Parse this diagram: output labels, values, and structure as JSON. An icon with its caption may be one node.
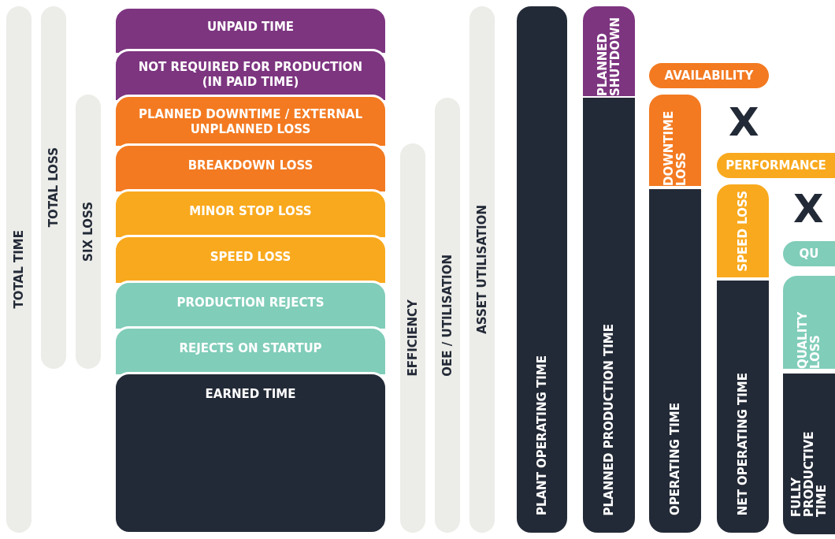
{
  "diagram": {
    "nodes": [
      {
        "text": [
          "TOTAL TIME"
        ]
      },
      {
        "text": [
          "TOTAL LOSS"
        ]
      },
      {
        "text": [
          "SIX LOSS"
        ]
      },
      {
        "text": [
          "UNPAID TIME"
        ]
      },
      {
        "text": [
          "NOT REQUIRED FOR PRODUCTION (IN PAID TIME)"
        ]
      },
      {
        "text": [
          "PLANNED DOWNTIME / EXTERNAL UNPLANNED LOSS"
        ]
      },
      {
        "text": [
          "BREAKDOWN LOSS"
        ]
      },
      {
        "text": [
          "MINOR STOP LOSS"
        ]
      },
      {
        "text": [
          "SPEED LOSS"
        ]
      },
      {
        "text": [
          "PRODUCTION REJECTS"
        ]
      },
      {
        "text": [
          "REJECTS ON STARTUP"
        ]
      },
      {
        "text": [
          "EARNED TIME"
        ]
      },
      {
        "text": [
          "EFFICIENCY"
        ]
      },
      {
        "text": [
          "OEE / UTILISATION"
        ]
      },
      {
        "text": [
          "ASSET UTILISATION"
        ]
      },
      {
        "text": [
          "PLANT OPERATING TIME"
        ]
      },
      {
        "text": [
          "PLANNED SHUTDOWN"
        ]
      },
      {
        "text": [
          "PLANNED PRODUCTION TIME"
        ]
      },
      {
        "text": [
          "AVAILABILITY"
        ]
      },
      {
        "text": [
          "DOWNTIME LOSS"
        ]
      },
      {
        "text": [
          "OPERATING TIME"
        ]
      },
      {
        "text": [
          "PERFORMANCE"
        ]
      },
      {
        "text": [
          "SPEED LOSS"
        ]
      },
      {
        "text": [
          "NET OPERATING TIME"
        ]
      },
      {
        "text": [
          "QU"
        ]
      },
      {
        "text": [
          "QUALITY LOSS"
        ]
      },
      {
        "text": [
          "FULLY PRODUCTIVE TIME"
        ]
      }
    ],
    "labels": [
      "X",
      "X"
    ]
  }
}
